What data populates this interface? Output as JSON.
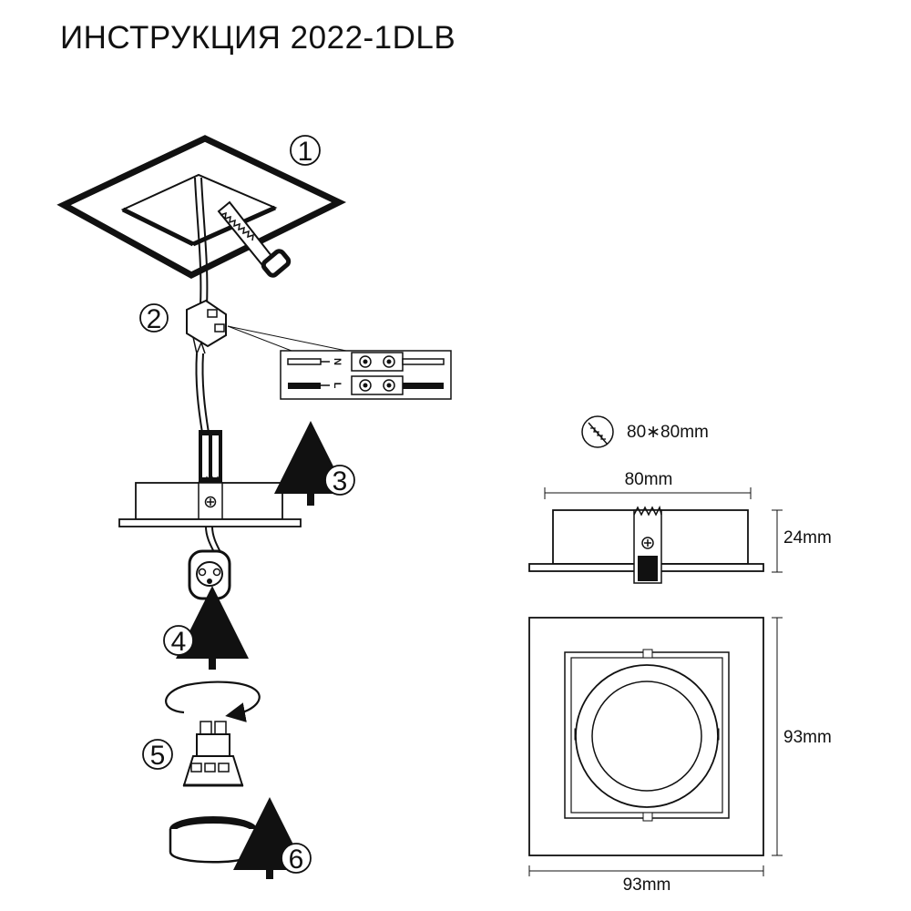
{
  "title": "ИНСТРУКЦИЯ 2022-1DLB",
  "steps": [
    "1",
    "2",
    "3",
    "4",
    "5",
    "6"
  ],
  "wiring": {
    "n_label": "N",
    "l_label": "L"
  },
  "dimensions": {
    "cutout": "80∗80mm",
    "width_side": "80mm",
    "height_side": "24mm",
    "height_front": "93mm",
    "width_front": "93mm"
  }
}
